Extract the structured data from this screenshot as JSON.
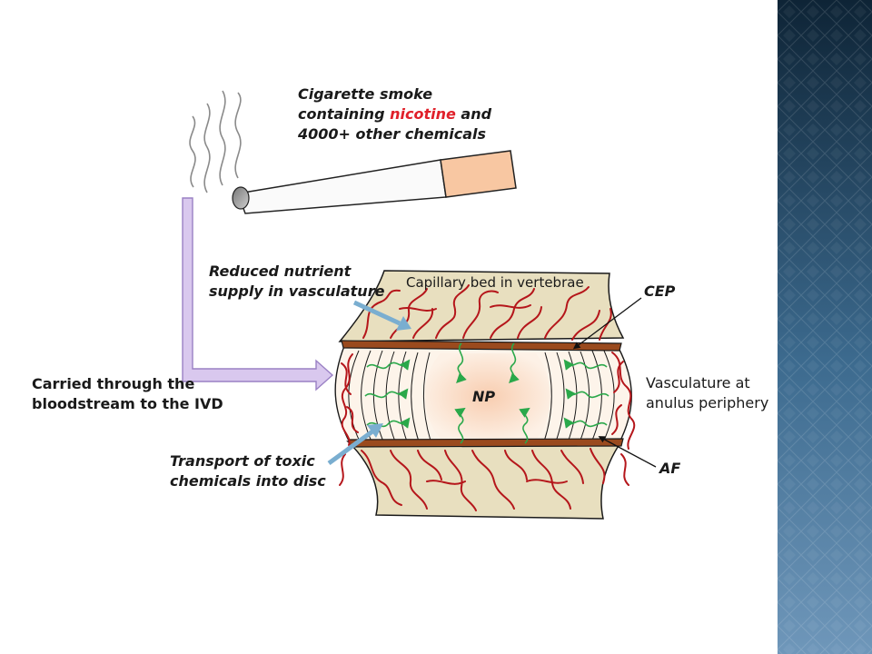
{
  "labels": {
    "smoke_line1": "Cigarette smoke",
    "smoke_line2_pre": "containing ",
    "smoke_line2_highlight": "nicotine",
    "smoke_line2_post": " and",
    "smoke_line3": "4000+ other chemicals",
    "reduced_line1": "Reduced nutrient",
    "reduced_line2": "supply in vasculature",
    "capillary": "Capillary bed in vertebrae",
    "cep": "CEP",
    "carried_line1": "Carried through the",
    "carried_line2": "bloodstream to the IVD",
    "np": "NP",
    "vasc_line1": "Vasculature at",
    "vasc_line2": "anulus periphery",
    "transport_line1": "Transport of toxic",
    "transport_line2": "chemicals into disc",
    "af": "AF"
  },
  "colors": {
    "highlight": "#e0202a",
    "vessel": "#b5161b",
    "transport_arrow": "#2aa84a",
    "pointer_arrow": "#7aaed0",
    "pathway": "#d9c8ee",
    "vertebra": "#e8dfbf",
    "endplate": "#9a4a1e",
    "panel_dark": "#0e2436",
    "panel_light": "#6f97ba"
  }
}
